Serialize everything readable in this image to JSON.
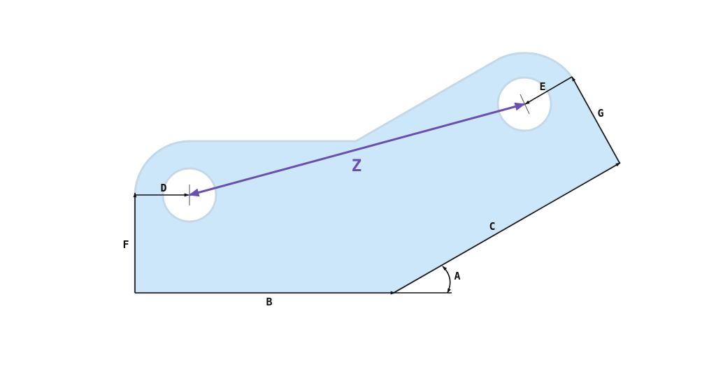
{
  "labels": {
    "a": "A",
    "b": "B",
    "c": "C",
    "d": "D",
    "e": "E",
    "f": "F",
    "g": "G",
    "z": "Z"
  },
  "colors": {
    "plate_fill": "#cde7fa",
    "plate_outline": "#c4d8e6",
    "hole_fill": "#ffffff",
    "dimension_line": "#111111",
    "z_highlight": "#6b4fb0"
  }
}
